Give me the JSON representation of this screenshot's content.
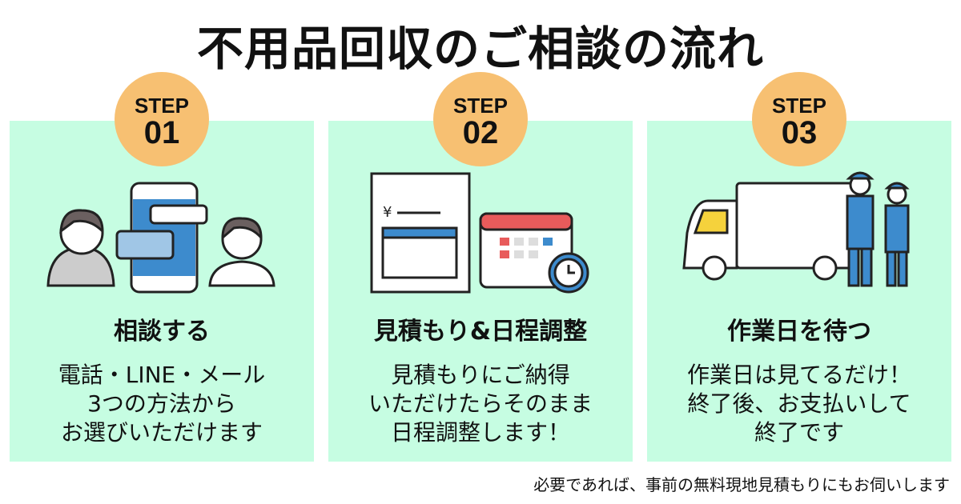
{
  "title": "不用品回収のご相談の流れ",
  "colors": {
    "panel": "#c6fde2",
    "badge": "#f7c072",
    "blue": "#3d8bcd"
  },
  "steps": [
    {
      "step": "STEP",
      "num": "01",
      "heading": "相談する",
      "desc": [
        "電話・LINE・メール",
        "3つの方法から",
        "お選びいただけます"
      ]
    },
    {
      "step": "STEP",
      "num": "02",
      "heading": "見積もり&日程調整",
      "desc": [
        "見積もりにご納得",
        "いただけたらそのまま",
        "日程調整します！"
      ]
    },
    {
      "step": "STEP",
      "num": "03",
      "heading": "作業日を待つ",
      "desc": [
        "作業日は見てるだけ！",
        "終了後、お支払いして",
        "終了です"
      ]
    }
  ],
  "note": "必要であれば、事前の無料現地見積もりにもお伺いします"
}
